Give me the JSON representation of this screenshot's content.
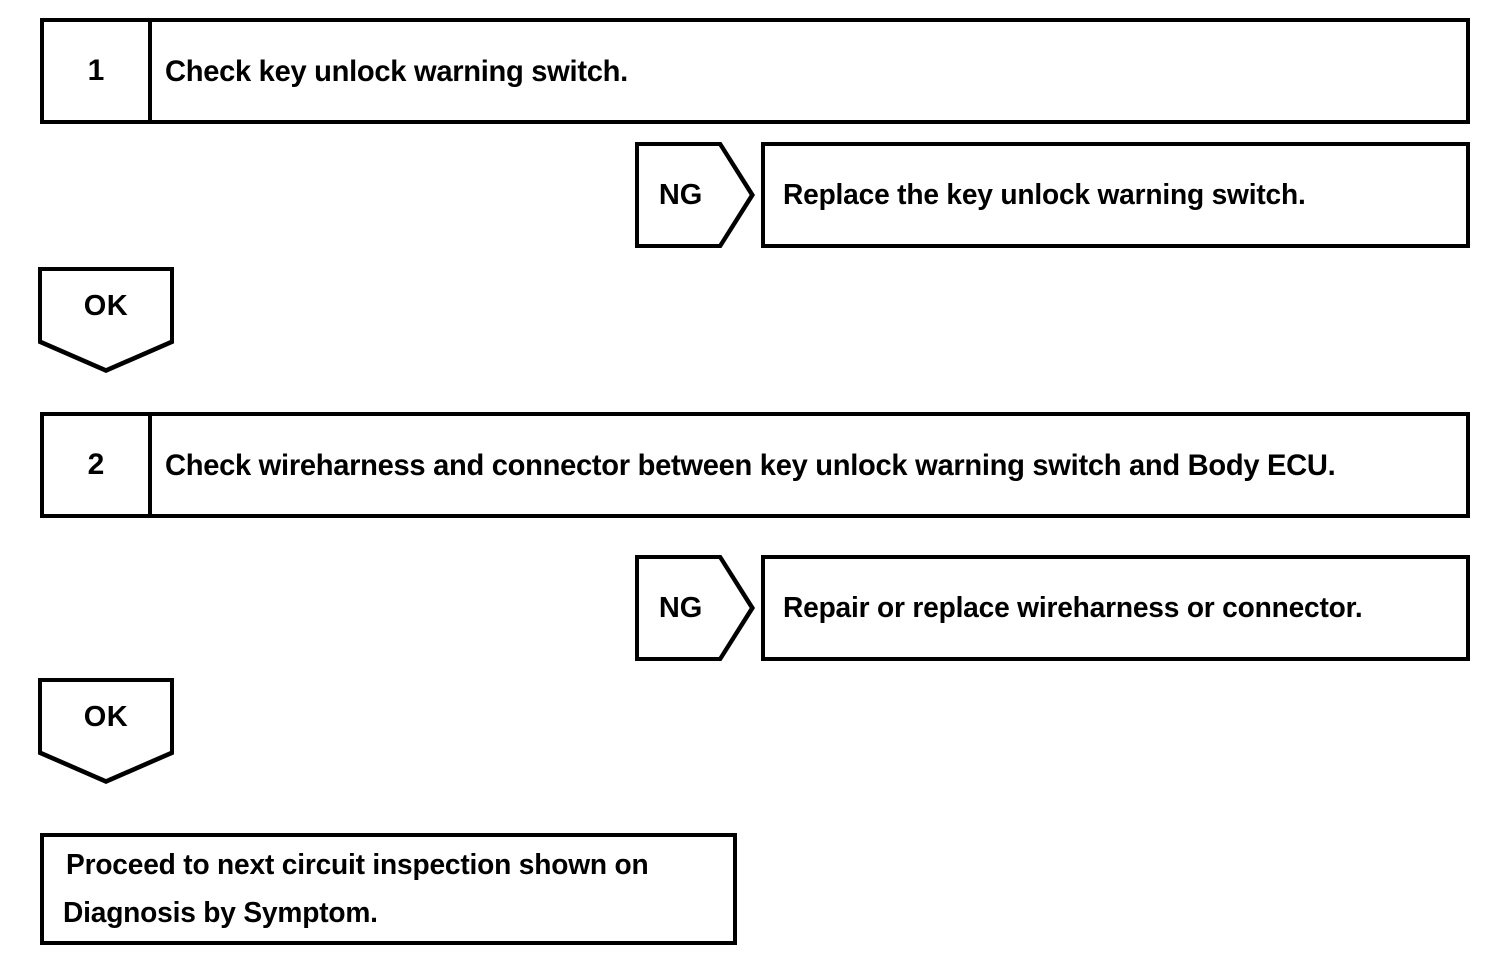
{
  "document": {
    "type": "diagnostic-troubleshooting-flowchart",
    "background_color": "#ffffff",
    "line_color": "#000000",
    "text_color": "#000000"
  },
  "steps": [
    {
      "number": "1",
      "instruction": "Check key unlock warning switch."
    },
    {
      "number": "2",
      "instruction": "Check wireharness and connector between key unlock warning switch and Body ECU."
    }
  ],
  "branches": [
    {
      "label": "NG",
      "action": "Replace the key unlock warning switch."
    },
    {
      "label": "NG",
      "action": "Repair or replace wireharness or connector."
    }
  ],
  "connectors": [
    {
      "label": "OK"
    },
    {
      "label": "OK"
    }
  ],
  "terminal": {
    "line1": "Proceed to next circuit inspection shown on",
    "line2": "Diagnosis by Symptom."
  }
}
